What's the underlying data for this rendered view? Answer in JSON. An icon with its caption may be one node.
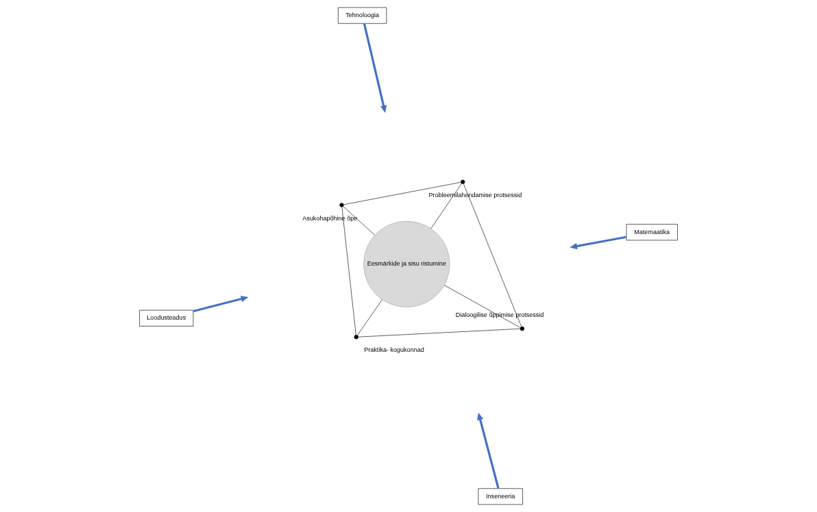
{
  "diagram": {
    "nodes": [
      {
        "text": [
          "Tehnoloogia"
        ]
      },
      {
        "text": [],
        "shape": "circle",
        "beside": [
          "Asukohapõhine õpe"
        ]
      },
      {
        "text": [],
        "shape": "circle",
        "beside": [
          "Probleemilahendamise protsessid"
        ]
      },
      {
        "text": [
          "Loodusteadus"
        ]
      },
      {
        "text": [
          "Eesmärkide ja sisu ristumine"
        ]
      },
      {
        "text": [
          "Matemaatika"
        ]
      },
      {
        "text": [],
        "shape": "circle",
        "beside": [
          "Praktika- kogukonnad"
        ]
      },
      {
        "text": [],
        "shape": "circle",
        "beside": [
          "Dialoogilise õppimise protsessid"
        ]
      },
      {
        "text": [
          "Inseneeria"
        ]
      }
    ],
    "edges": [
      {
        "from": 1,
        "to": 2,
        "arrow": "none"
      },
      {
        "from": 2,
        "to": 7,
        "arrow": "none"
      },
      {
        "from": 7,
        "to": 6,
        "arrow": "none"
      },
      {
        "from": 6,
        "to": 1,
        "arrow": "none"
      },
      {
        "from": 1,
        "to": 4,
        "arrow": "none"
      },
      {
        "from": 2,
        "to": 4,
        "arrow": "none"
      },
      {
        "from": 7,
        "to": 4,
        "arrow": "none"
      },
      {
        "from": 6,
        "to": 4,
        "arrow": "none"
      },
      {
        "from": 0,
        "to": null,
        "arrow": "to",
        "style": "thick",
        "color": "#4472c4"
      },
      {
        "from": 3,
        "to": null,
        "arrow": "to",
        "style": "thick",
        "color": "#4472c4"
      },
      {
        "from": 5,
        "to": null,
        "arrow": "to",
        "style": "thick",
        "color": "#4472c4"
      },
      {
        "from": 8,
        "to": null,
        "arrow": "to",
        "style": "thick",
        "color": "#4472c4"
      }
    ]
  }
}
